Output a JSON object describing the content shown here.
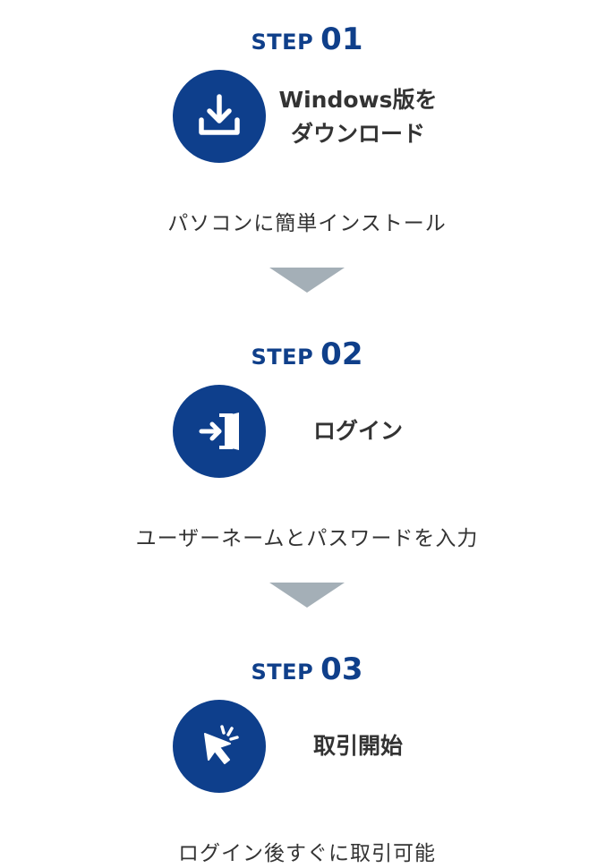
{
  "colors": {
    "accent": "#0e3f8c",
    "text": "#333333",
    "arrow": "#a4afb7"
  },
  "steps": [
    {
      "word": "STEP",
      "number": "01",
      "icon": "download-icon",
      "title_line1": "Windows版を",
      "title_line2": "ダウンロード",
      "description": "パソコンに簡単インストール"
    },
    {
      "word": "STEP",
      "number": "02",
      "icon": "login-door-icon",
      "title_line1": "ログイン",
      "description": "ユーザーネームとパスワードを入力"
    },
    {
      "word": "STEP",
      "number": "03",
      "icon": "cursor-click-icon",
      "title_line1": "取引開始",
      "description": "ログイン後すぐに取引可能"
    }
  ]
}
